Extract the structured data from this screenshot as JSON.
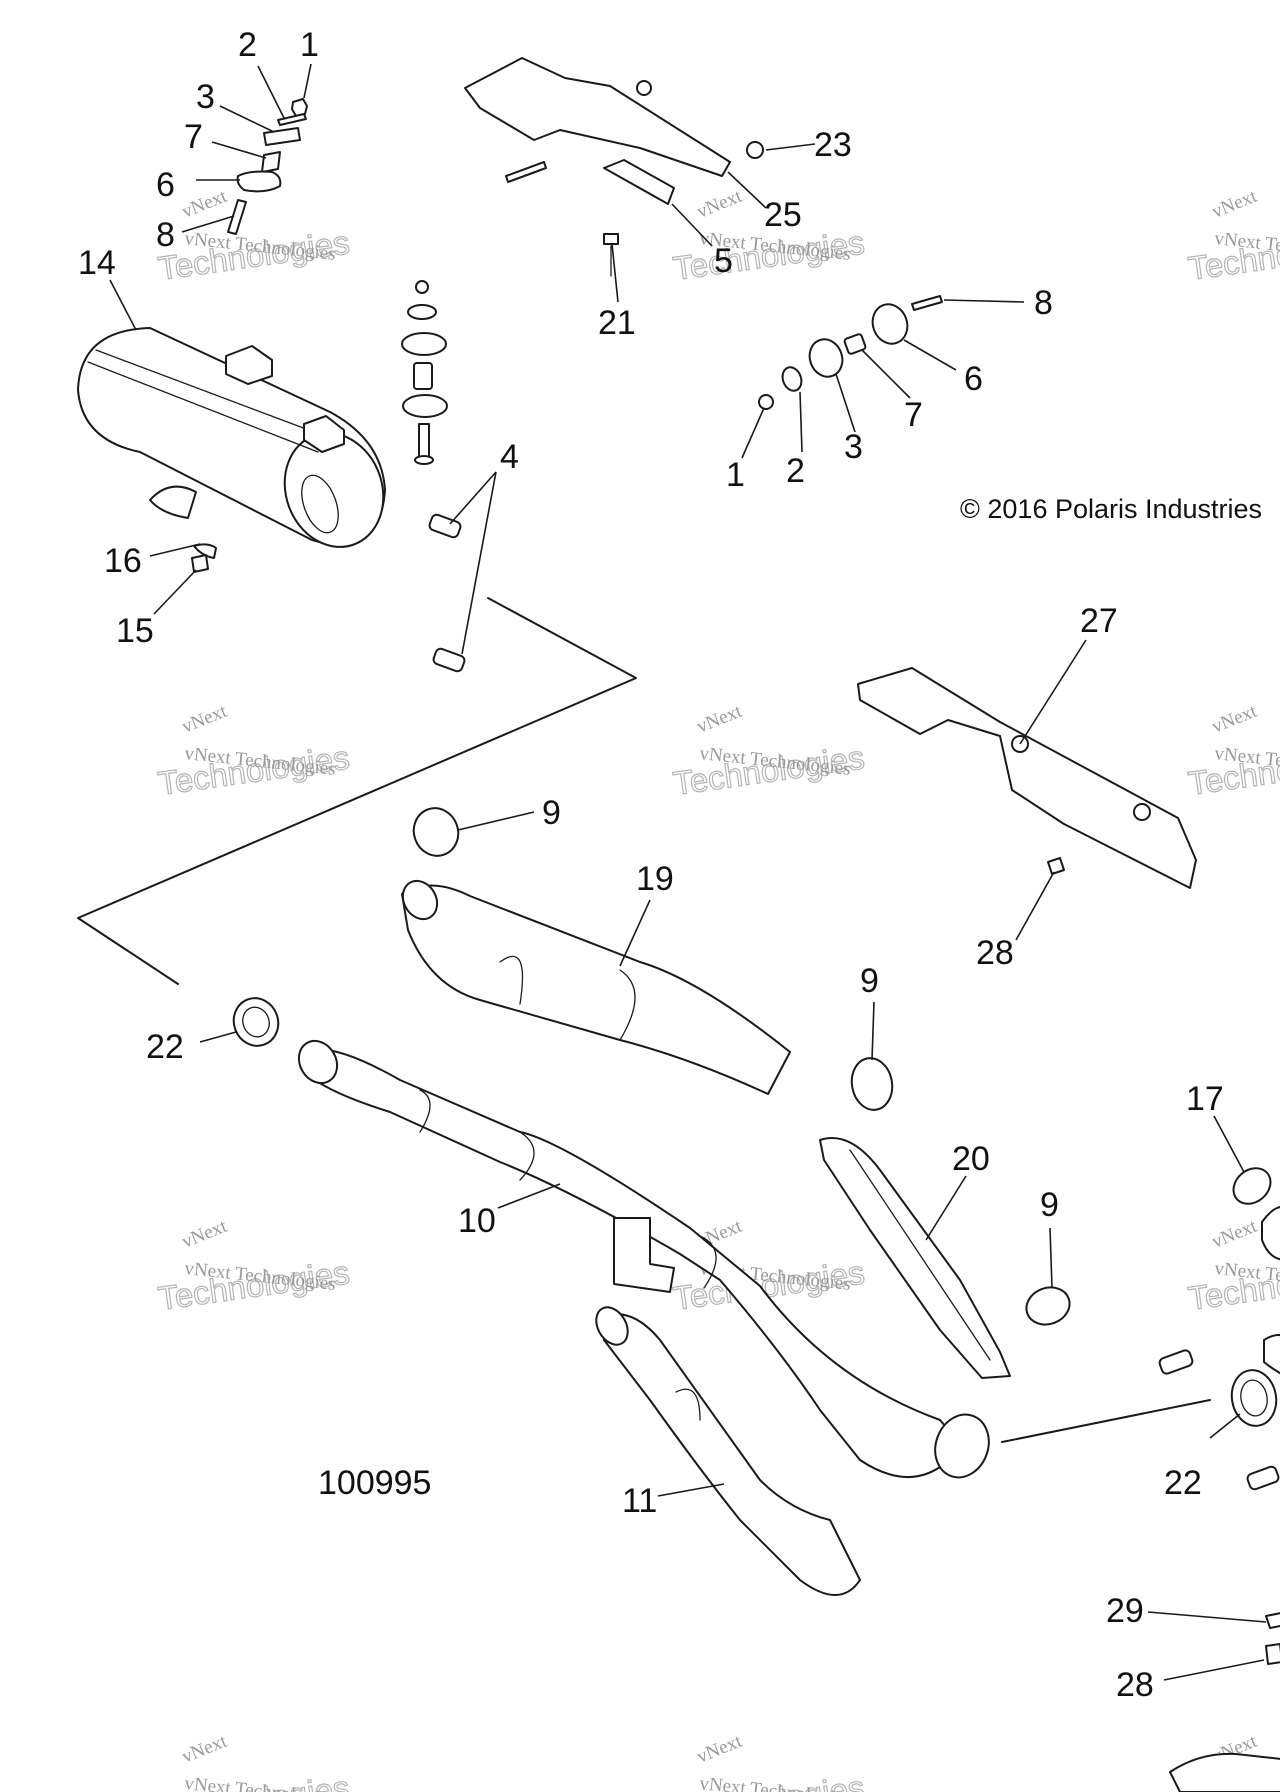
{
  "diagram": {
    "copyright": "© 2016 Polaris Industries",
    "diagram_number": "100995",
    "watermark": {
      "line1": "vNext Technologies",
      "line2": "Technologies",
      "tag": "vNext"
    },
    "callouts": [
      {
        "id": "c1a",
        "label": "1"
      },
      {
        "id": "c2a",
        "label": "2"
      },
      {
        "id": "c3a",
        "label": "3"
      },
      {
        "id": "c7a",
        "label": "7"
      },
      {
        "id": "c6a",
        "label": "6"
      },
      {
        "id": "c8a",
        "label": "8"
      },
      {
        "id": "c14",
        "label": "14"
      },
      {
        "id": "c16",
        "label": "16"
      },
      {
        "id": "c15",
        "label": "15"
      },
      {
        "id": "c4",
        "label": "4"
      },
      {
        "id": "c23",
        "label": "23"
      },
      {
        "id": "c25",
        "label": "25"
      },
      {
        "id": "c5",
        "label": "5"
      },
      {
        "id": "c21",
        "label": "21"
      },
      {
        "id": "c8b",
        "label": "8"
      },
      {
        "id": "c6b",
        "label": "6"
      },
      {
        "id": "c7b",
        "label": "7"
      },
      {
        "id": "c3b",
        "label": "3"
      },
      {
        "id": "c2b",
        "label": "2"
      },
      {
        "id": "c1b",
        "label": "1"
      },
      {
        "id": "c27",
        "label": "27"
      },
      {
        "id": "c28a",
        "label": "28"
      },
      {
        "id": "c9a",
        "label": "9"
      },
      {
        "id": "c19",
        "label": "19"
      },
      {
        "id": "c9b",
        "label": "9"
      },
      {
        "id": "c22a",
        "label": "22"
      },
      {
        "id": "c10",
        "label": "10"
      },
      {
        "id": "c20",
        "label": "20"
      },
      {
        "id": "c9c",
        "label": "9"
      },
      {
        "id": "c17",
        "label": "17"
      },
      {
        "id": "c22b",
        "label": "22"
      },
      {
        "id": "c11",
        "label": "11"
      },
      {
        "id": "c29",
        "label": "29"
      },
      {
        "id": "c28b",
        "label": "28"
      }
    ]
  }
}
